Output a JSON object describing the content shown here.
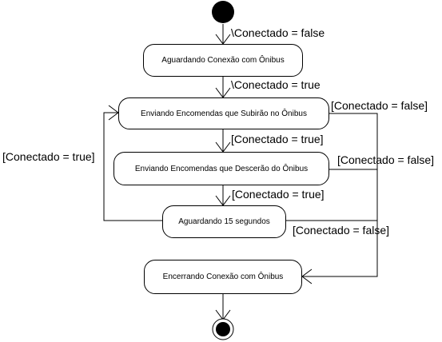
{
  "states": {
    "s1": "Aguardando Conexão com Ônibus",
    "s2": "Enviando Encomendas que Subirão no Ônibus",
    "s3": "Enviando Encomendas que Descerão do Ônibus",
    "s4": "Aguardando 15 segundos",
    "s5": "Encerrando Conexão com Ônibus"
  },
  "guards": {
    "g_init": "\\Conectado = false",
    "g_s1_s2": "\\Conectado = true",
    "g_s2_s3": "[Conectado = true]",
    "g_s3_s4": "[Conectado = true]",
    "g_loop": "[Conectado = true]",
    "g_s2_end": "[Conectado = false]",
    "g_s3_end": "[Conectado = false]",
    "g_s4_end": "[Conectado = false]"
  }
}
